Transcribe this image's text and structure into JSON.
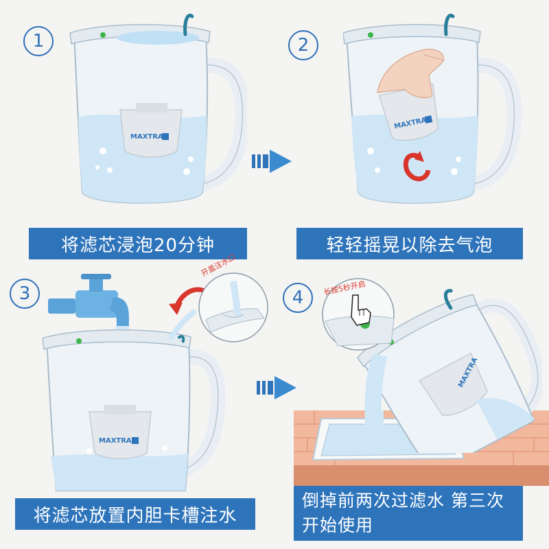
{
  "steps": [
    {
      "number": "1",
      "caption": "将滤芯浸泡20分钟"
    },
    {
      "number": "2",
      "caption": "轻轻摇晃以除去气泡"
    },
    {
      "number": "3",
      "caption": "将滤芯放置内胆卡槽注水",
      "callout": "开盖注水口"
    },
    {
      "number": "4",
      "caption_line1": "倒掉前两次过滤水 第三次",
      "caption_line2": "开始使用",
      "callout": "长按5秒开启"
    }
  ],
  "filter_brand": "MAXTRA",
  "colors": {
    "accent": "#2e74bb",
    "water": "#cfe6f6",
    "arrow_red": "#d9362b",
    "indicator_green": "#3db54a"
  }
}
